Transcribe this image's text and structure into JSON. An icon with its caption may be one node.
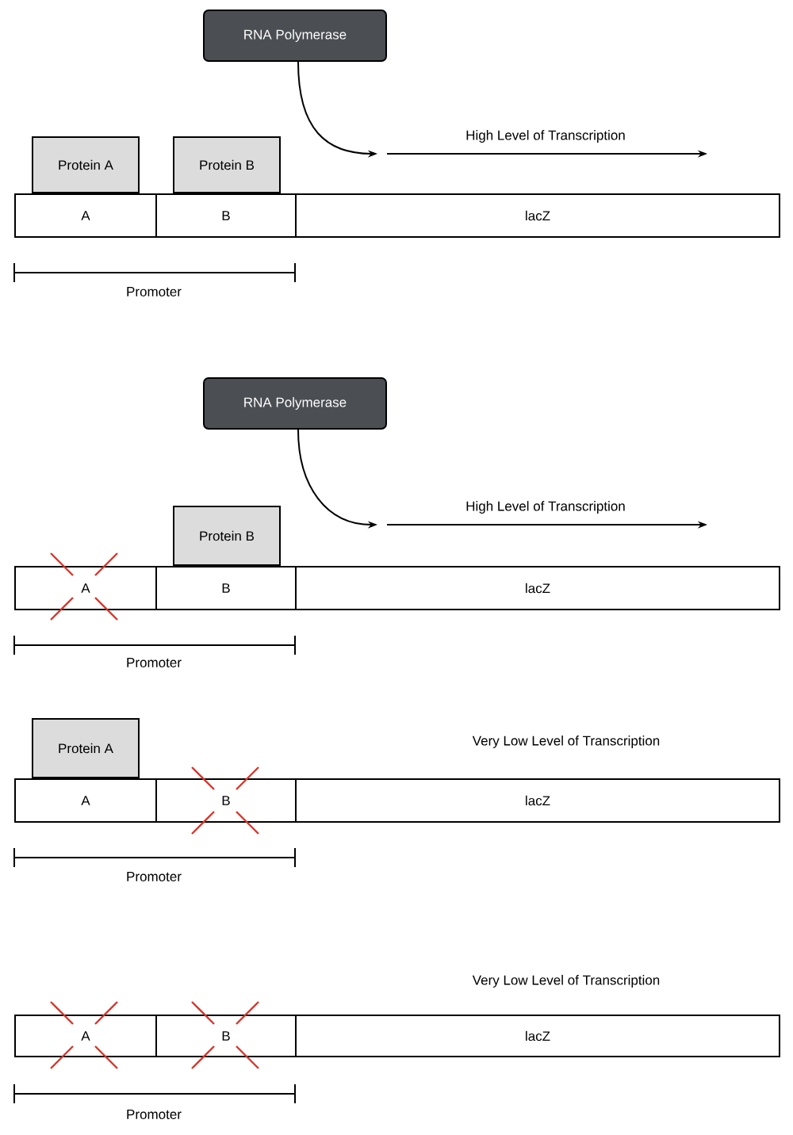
{
  "diagram": {
    "nodes": [
      {
        "text": [
          "RNA Polymerase"
        ]
      },
      {
        "text": [
          "Protein A"
        ]
      },
      {
        "text": [
          "Protein B"
        ]
      },
      {
        "text": [
          "A"
        ]
      },
      {
        "text": [
          "B"
        ]
      },
      {
        "text": [
          "lacZ"
        ]
      },
      {
        "text": [
          "RNA Polymerase"
        ]
      },
      {
        "text": [
          "Protein B"
        ]
      },
      {
        "text": [
          "A"
        ]
      },
      {
        "text": [
          "B"
        ]
      },
      {
        "text": [
          "lacZ"
        ]
      },
      {
        "text": [
          "Protein A"
        ]
      },
      {
        "text": [
          "A"
        ]
      },
      {
        "text": [
          "B"
        ]
      },
      {
        "text": [
          "lacZ"
        ]
      },
      {
        "text": [
          "A"
        ]
      },
      {
        "text": [
          "B"
        ]
      },
      {
        "text": [
          "lacZ"
        ]
      }
    ],
    "edges": [
      {
        "from": 0,
        "to": null,
        "arrow": "to"
      },
      {
        "from": 6,
        "to": null,
        "arrow": "to"
      }
    ],
    "labels": [
      "High Level of Transcription",
      "Promoter",
      "High Level of Transcription",
      "Promoter",
      "Very Low Level of Transcription",
      "Promoter",
      "Very Low Level of Transcription",
      "Promoter"
    ]
  }
}
